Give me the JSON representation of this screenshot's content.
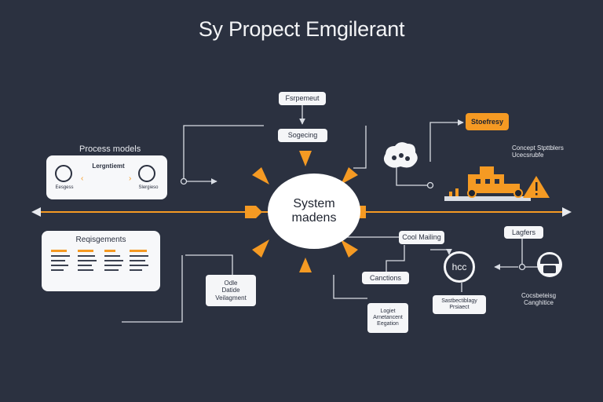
{
  "title": "Sy Propect Emgilerant",
  "colors": {
    "background": "#2b3140",
    "accent": "#f59a23",
    "line": "#d9dde4",
    "box": "#f5f6f8"
  },
  "center": {
    "line1": "System",
    "line2": "madens"
  },
  "top_boxes": {
    "box1": "Fsrpemeut",
    "box2": "Sogecing"
  },
  "process_panel": {
    "heading": "Process models",
    "subtitle": "Lergntiemt",
    "left_caption": "Eesgess",
    "right_caption": "Slergieso"
  },
  "requirements_panel": {
    "heading": "Reqisgements"
  },
  "strategy_box": "Stoefresy",
  "concept_label": "Concept Stpttblers\nUcecsrubfe",
  "cool_mailing": "Cool Mailing",
  "candions": "Canctions",
  "hcc": "hcc",
  "lagfers": "Lagfers",
  "odle_box": "Odle\nDatide\nVeilagment",
  "logic_box": "Logiet\nArnetancent\nEegation",
  "sec_label": "Sastbectiblagy\nPrsiaect",
  "cocs_label": "Cocsbeteisg\nCanghitice"
}
